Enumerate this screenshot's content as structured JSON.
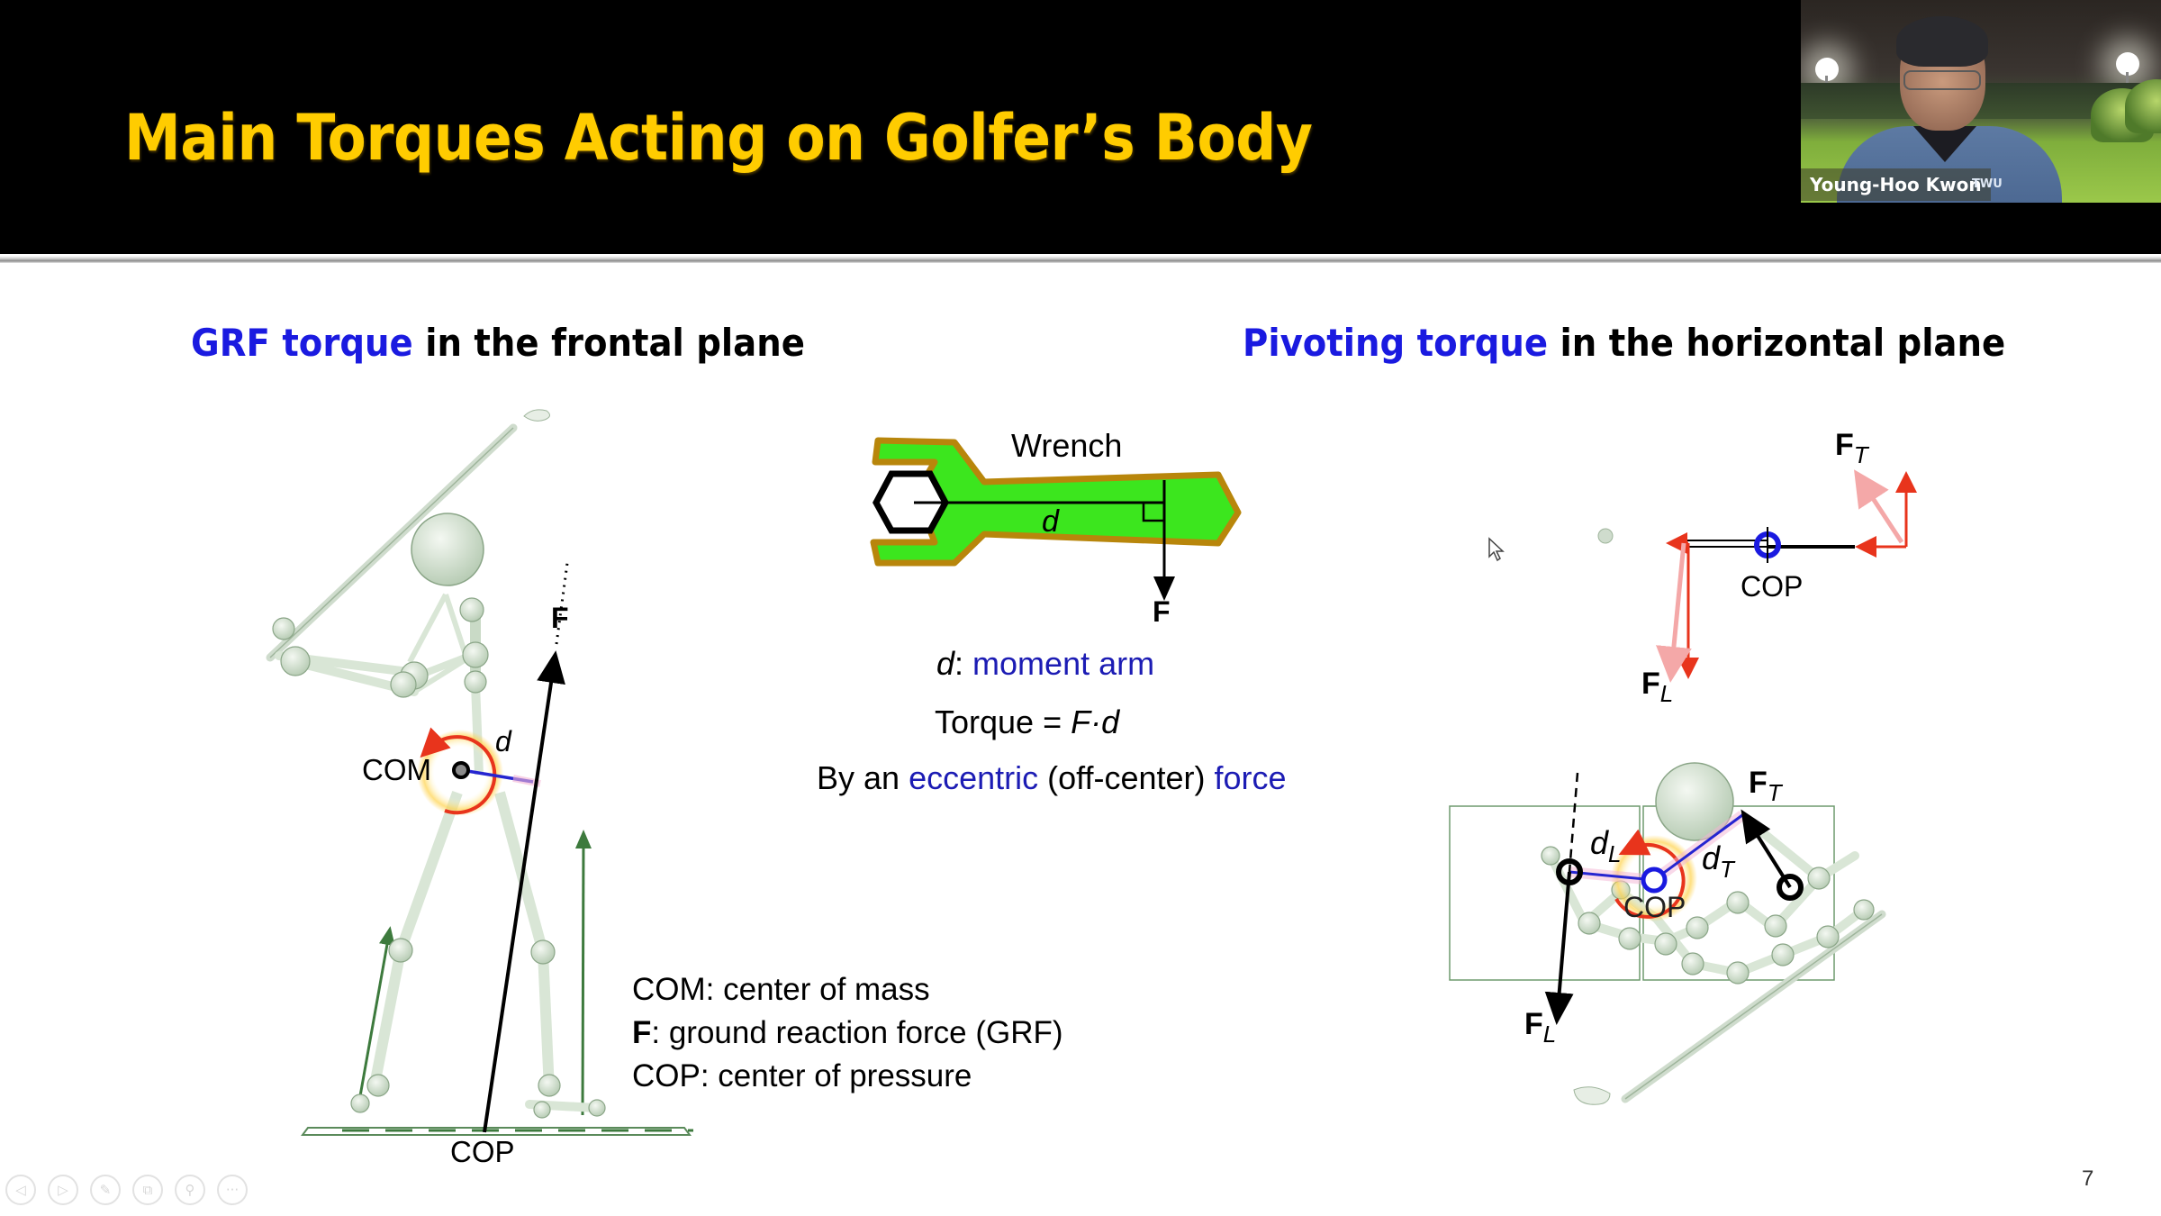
{
  "slide": {
    "title": "Main Torques Acting on Golfer’s Body",
    "number": "7"
  },
  "webcam": {
    "presenter_name": "Young-Hoo Kwon",
    "shirt_logo": "TWU"
  },
  "left_panel": {
    "heading_accent": "GRF torque",
    "heading_rest": " in the frontal plane",
    "labels": {
      "force": "F",
      "moment_arm": "d",
      "com": "COM",
      "cop": "COP"
    },
    "legend": [
      {
        "term": "COM",
        "bold": false,
        "definition": ": center of mass"
      },
      {
        "term": "F",
        "bold": true,
        "definition": ": ground reaction force (GRF)"
      },
      {
        "term": "COP",
        "bold": false,
        "definition": ": center of pressure"
      }
    ]
  },
  "center_panel": {
    "wrench_label": "Wrench",
    "moment_arm_symbol": "d",
    "force_symbol": "F",
    "moment_arm_def_symbol": "d",
    "moment_arm_def_text": "moment arm",
    "torque_prefix": "Torque = ",
    "torque_formula": "F·d",
    "eccentric_prefix": "By an ",
    "eccentric_word": "eccentric",
    "eccentric_middle": " (off-center) ",
    "eccentric_force": "force"
  },
  "right_panel": {
    "heading_accent": "Pivoting torque",
    "heading_rest": " in the horizontal plane",
    "top_diagram": {
      "trail_force": "F",
      "trail_sub": "T",
      "lead_force": "F",
      "lead_sub": "L",
      "cop": "COP"
    },
    "bottom_diagram": {
      "trail_force": "F",
      "trail_sub": "T",
      "lead_force": "F",
      "lead_sub": "L",
      "lead_arm": "d",
      "lead_arm_sub": "L",
      "trail_arm": "d",
      "trail_arm_sub": "T",
      "cop": "COP"
    }
  },
  "colors": {
    "title_yellow": "#ffcc00",
    "accent_blue": "#1a1ae0",
    "wrench_green": "#3ce61e",
    "wrench_outline": "#b8860b",
    "torque_red": "#e8341c",
    "cop_blue": "#1a1ae0",
    "skeleton_green": "#dfeadf"
  },
  "toolbar": {
    "buttons": [
      {
        "name": "previous-slide",
        "glyph": "◁"
      },
      {
        "name": "next-slide",
        "glyph": "▷"
      },
      {
        "name": "pen",
        "glyph": "✎"
      },
      {
        "name": "slide-sorter",
        "glyph": "⧉"
      },
      {
        "name": "zoom",
        "glyph": "⚲"
      },
      {
        "name": "more-options",
        "glyph": "···"
      }
    ]
  }
}
